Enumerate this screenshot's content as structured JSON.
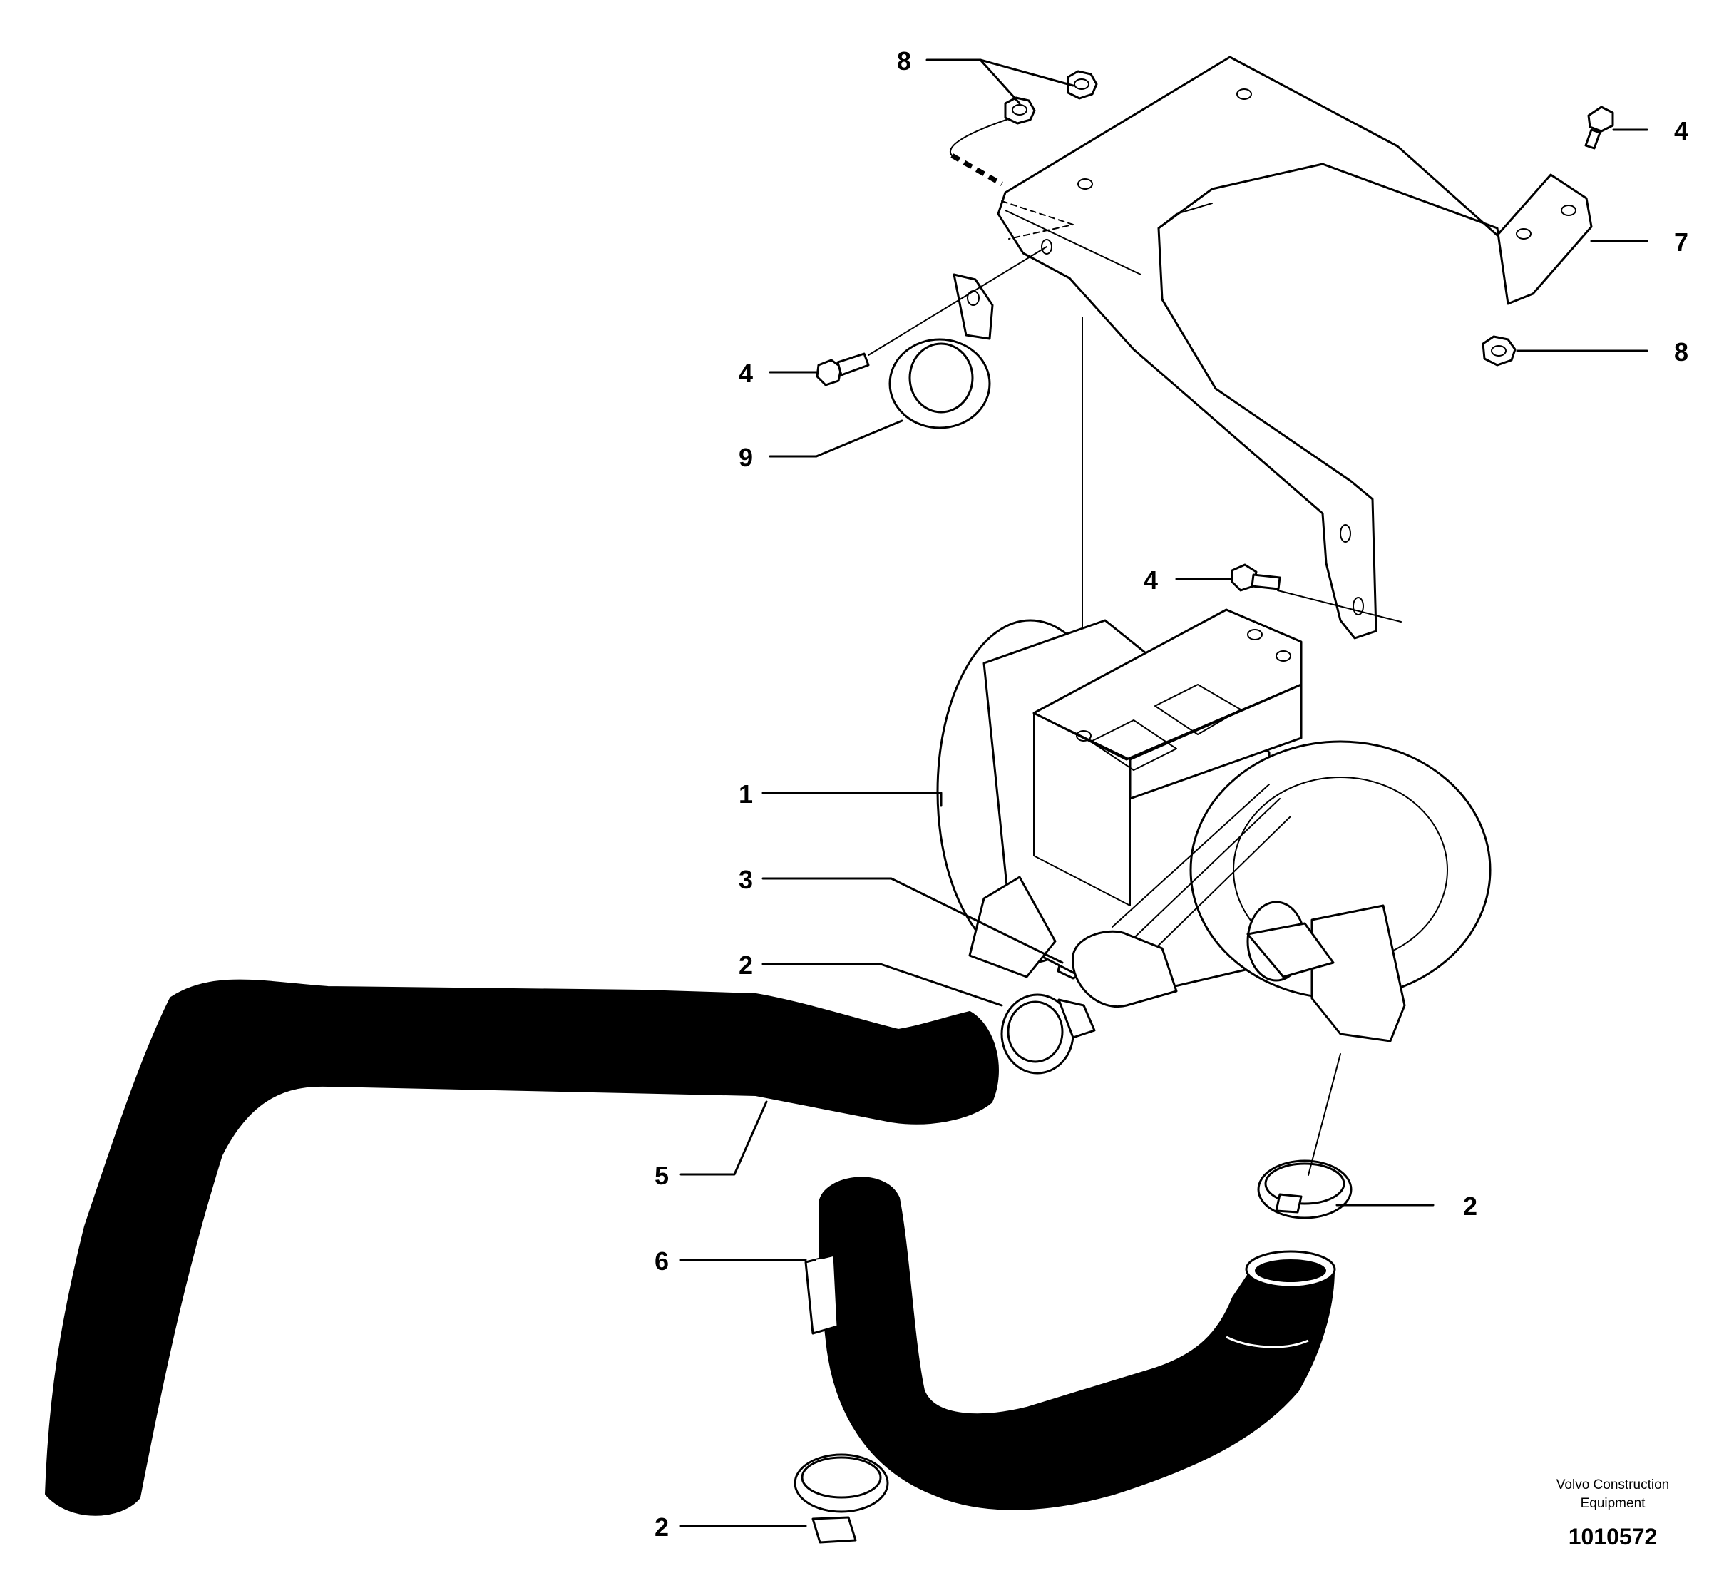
{
  "diagram": {
    "callouts": [
      "8",
      "4",
      "7",
      "8",
      "4",
      "9",
      "4",
      "1",
      "3",
      "2",
      "5",
      "2",
      "6",
      "2"
    ],
    "brand": {
      "line1": "Volvo Construction",
      "line2": "Equipment"
    },
    "document_number": "1010572"
  }
}
